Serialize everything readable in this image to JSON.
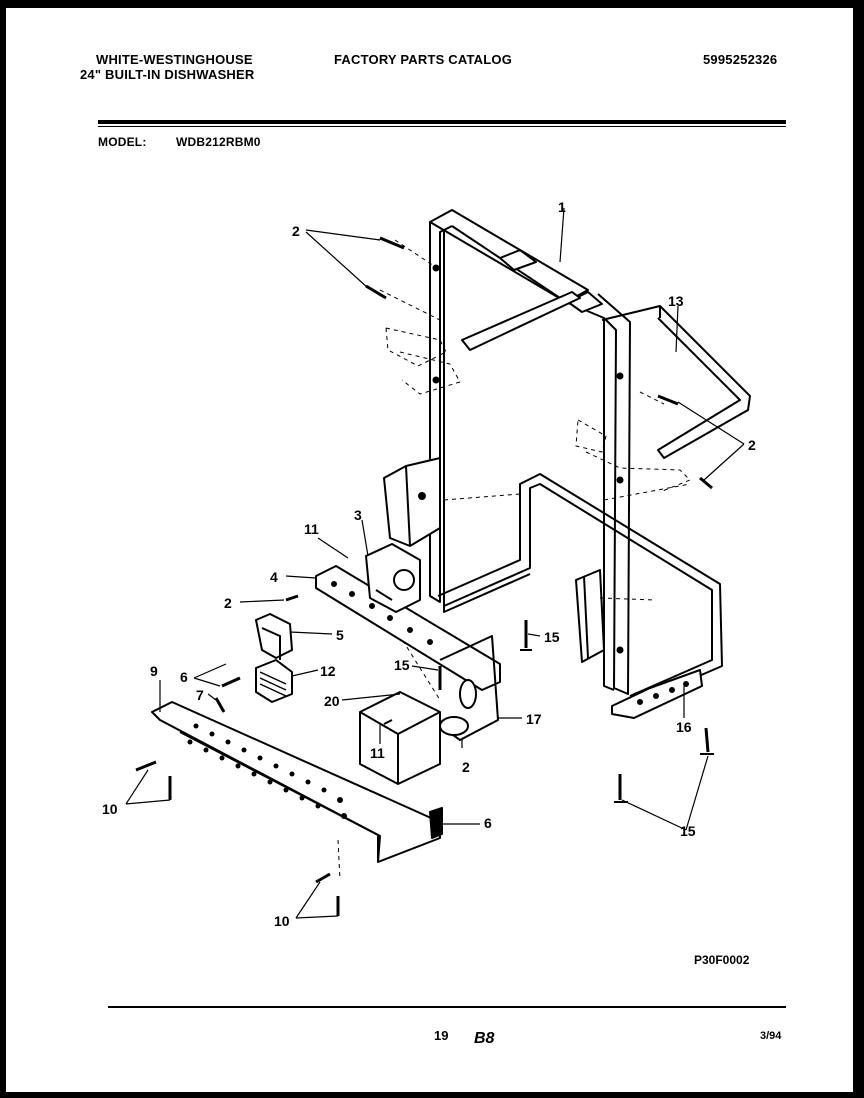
{
  "header": {
    "brand": "WHITE-WESTINGHOUSE",
    "product": "24\" BUILT-IN DISHWASHER",
    "catalog": "FACTORY PARTS CATALOG",
    "catalog_number": "5995252326",
    "model_label": "MODEL:",
    "model_value": "WDB212RBM0"
  },
  "diagram": {
    "code": "P30F0002",
    "callouts": {
      "c1": "1",
      "c2a": "2",
      "c2b": "2",
      "c2c": "2",
      "c2d": "2",
      "c3": "3",
      "c4": "4",
      "c5": "5",
      "c6a": "6",
      "c6b": "6",
      "c7": "7",
      "c9": "9",
      "c10a": "10",
      "c10b": "10",
      "c11a": "11",
      "c11b": "11",
      "c12": "12",
      "c13": "13",
      "c15a": "15",
      "c15b": "15",
      "c15c": "15",
      "c16": "16",
      "c17": "17",
      "c20": "20"
    }
  },
  "footer": {
    "page_number": "19",
    "section": "B8",
    "date": "3/94"
  }
}
